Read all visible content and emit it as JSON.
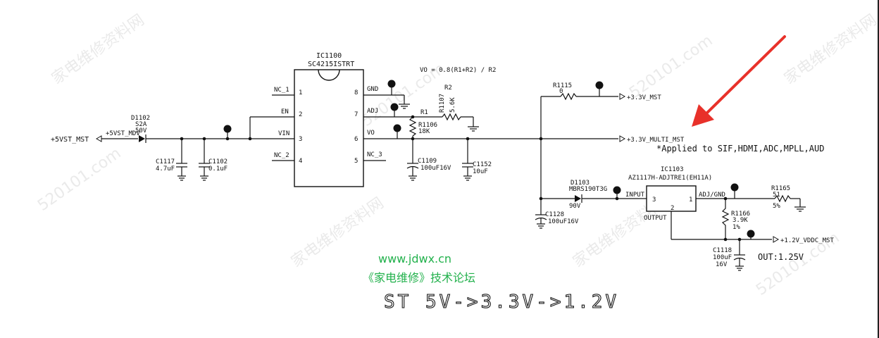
{
  "ic1100": {
    "ref": "IC1100",
    "part": "SC4215ISTRT",
    "pins": {
      "p1": "NC_1",
      "p2": "EN",
      "p3": "VIN",
      "p4": "NC_2",
      "p5": "NC_3",
      "p6": "VO",
      "p7": "ADJ",
      "p8": "GND"
    },
    "nums": {
      "p1": "1",
      "p2": "2",
      "p3": "3",
      "p4": "4",
      "p5": "5",
      "p6": "6",
      "p7": "7",
      "p8": "8"
    }
  },
  "formula": "VO = 0.8(R1+R2) / R2",
  "nets": {
    "in_left": "+5VST_MST",
    "in_small": "+5VST_MDV",
    "out_33": "+3.3V_MST",
    "out_multi": "+3.3V_MULTI_MST",
    "applied": "*Applied to SIF,HDMI,ADC,MPLL,AUD",
    "out_12": "+1.2V_VDDC_MST",
    "out_note": "OUT:1.25V"
  },
  "parts": {
    "d1102_ref": "D1102",
    "d1102_val": "S2A",
    "d1102_v": "50V",
    "c1117_ref": "C1117",
    "c1117_val": "4.7uF",
    "c1102_ref": "C1102",
    "c1102_val": "0.1uF",
    "r1106_lbl": "R1",
    "r1106_ref": "R1106",
    "r1106_val": "18K",
    "r1107_lbl": "R2",
    "r1107_ref": "R1107",
    "r1107_val": "5.6K",
    "c1109_ref": "C1109",
    "c1109_val": "100uF16V",
    "c1152_ref": "C1152",
    "c1152_val": "10uF",
    "r1115_ref": "R1115",
    "r1115_val": "0",
    "d1103_ref": "D1103",
    "d1103_part": "MBRS190T3G",
    "d1103_v": "90V",
    "c1128_ref": "C1128",
    "c1128_val": "100uF16V",
    "ic1103_ref": "IC1103",
    "ic1103_part": "AZ1117H-ADJTRE1(EH11A)",
    "ic1103_in": "INPUT",
    "ic1103_adj": "ADJ/GND",
    "ic1103_out": "OUTPUT",
    "ic1103_p3": "3",
    "ic1103_p1": "1",
    "ic1103_p2": "2",
    "r1165_ref": "R1165",
    "r1165_val": "51",
    "r1165_tol": "5%",
    "r1166_ref": "R1166",
    "r1166_val": "3.9K",
    "r1166_tol": "1%",
    "c1118_ref": "C1118",
    "c1118_val": "100uF",
    "c1118_v": "16V"
  },
  "site": {
    "url": "www.jdwx.cn",
    "forum": "《家电维修》技术论坛"
  },
  "caption": "ST 5V->3.3V->1.2V",
  "watermark": {
    "cn": "家电维修资料网",
    "num": "520101.com"
  },
  "colors": {
    "arrow": "#e8312a",
    "green": "#22b14c",
    "line": "#111111"
  }
}
